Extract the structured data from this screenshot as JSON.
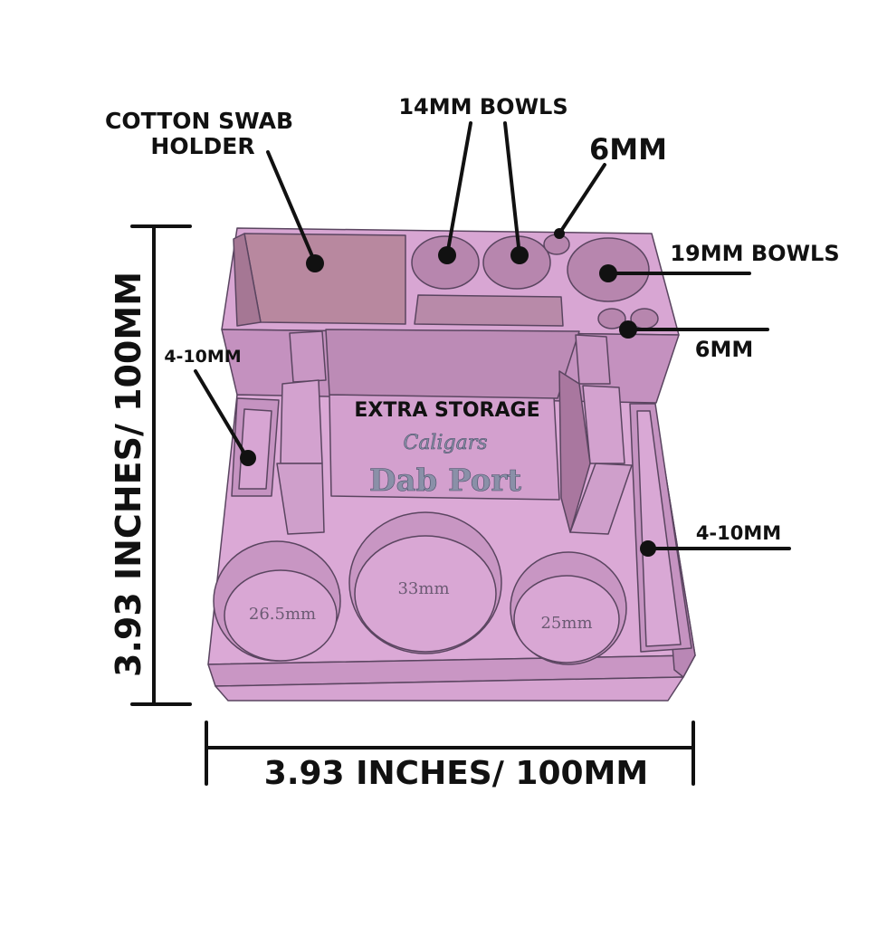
{
  "labels": {
    "cotton_swab_1": "COTTON SWAB",
    "cotton_swab_2": "HOLDER",
    "bowls_14": "14MM BOWLS",
    "hole_6_top": "6MM",
    "bowls_19": "19MM BOWLS",
    "hole_6_right": "6MM",
    "slot_left": "4-10MM",
    "slot_right": "4-10MM",
    "extra_storage": "EXTRA STORAGE",
    "dim_vertical": "3.93 INCHES/ 100MM",
    "dim_horizontal": "3.93 INCHES/ 100MM"
  },
  "engraving": {
    "brand": "Caligars",
    "product": "Dab Port"
  },
  "wells": {
    "left": "26.5mm",
    "center": "33mm",
    "right": "25mm"
  },
  "colors": {
    "body": "#d9a6d4",
    "body_dark": "#b787b3",
    "body_shadow": "#a9789f",
    "outline": "#5a4560",
    "ink": "#111111"
  }
}
